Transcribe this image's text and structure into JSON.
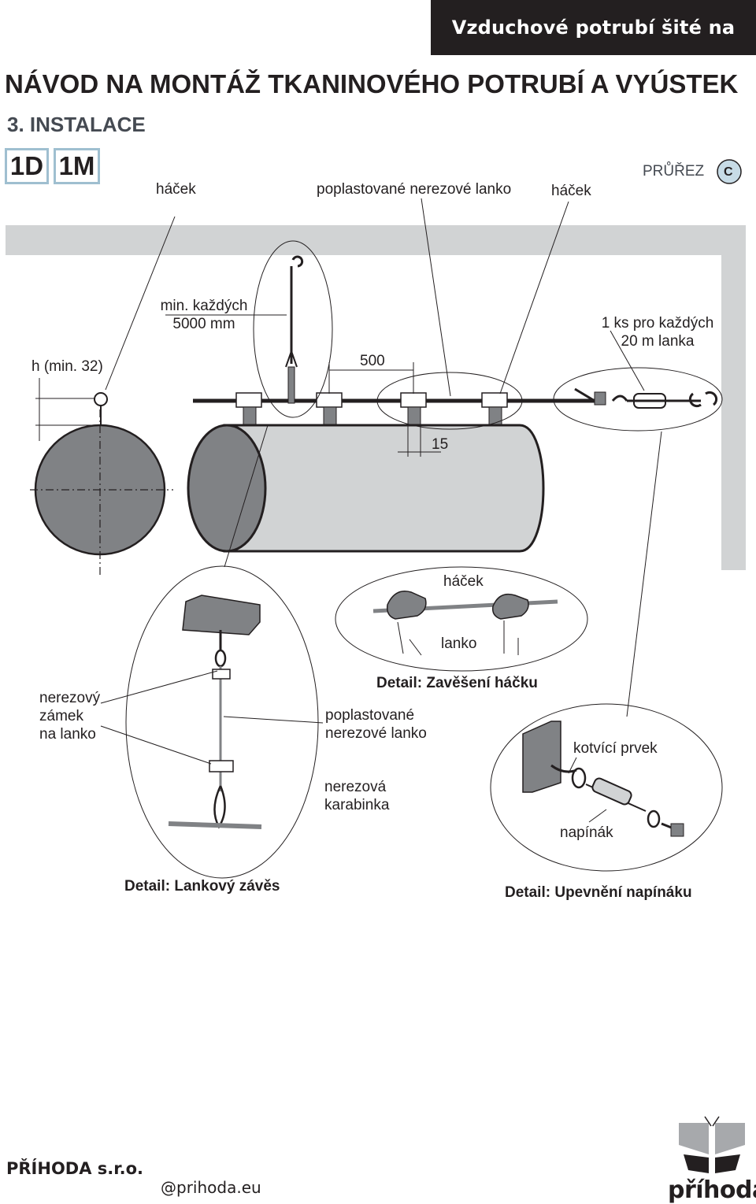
{
  "header": {
    "banner": "Vzduchové potrubí šité na míru"
  },
  "title": "NÁVOD NA MONTÁŽ TKANINOVÉHO POTRUBÍ A VYÚSTEK",
  "section": "3. INSTALACE",
  "badges": [
    "1D",
    "1M"
  ],
  "cross_section": {
    "label": "PRŮŘEZ",
    "letter": "C"
  },
  "labels": {
    "hook_left": "háček",
    "coated_cable_top": "poplastované nerezové lanko",
    "hook_right": "háček",
    "h_min": "h (min. 32)",
    "min_every_1": "min. každých",
    "min_every_2": "5000 mm",
    "dim_500": "500",
    "dim_15": "15",
    "per_20m_1": "1 ks pro každých",
    "per_20m_2": "20 m lanka",
    "detail_hook_hacek": "háček",
    "detail_hook_lanko": "lanko",
    "detail_hook_title": "Detail: Zavěšení háčku",
    "lock_1": "nerezový",
    "lock_2": "zámek",
    "lock_3": "na lanko",
    "coated_1": "poplastované",
    "coated_2": "nerezové lanko",
    "carabiner_1": "nerezová",
    "carabiner_2": "karabinka",
    "anchor": "kotvící prvek",
    "tensioner": "napínák",
    "detail_cable_title": "Detail: Lankový závěs",
    "detail_tensioner_title": "Detail: Upevnění napínáku"
  },
  "footer": {
    "company": "PŘÍHODA s.r.o.",
    "web": "@prihoda.eu",
    "logo": "příhoda"
  },
  "colors": {
    "banner_bg": "#231f20",
    "duct_gray": "#d1d3d4",
    "duct_dark": "#808285",
    "wall_gray": "#d1d3d4",
    "badge_border": "#9fbfd0",
    "badge_c": "#c7dbe6"
  }
}
